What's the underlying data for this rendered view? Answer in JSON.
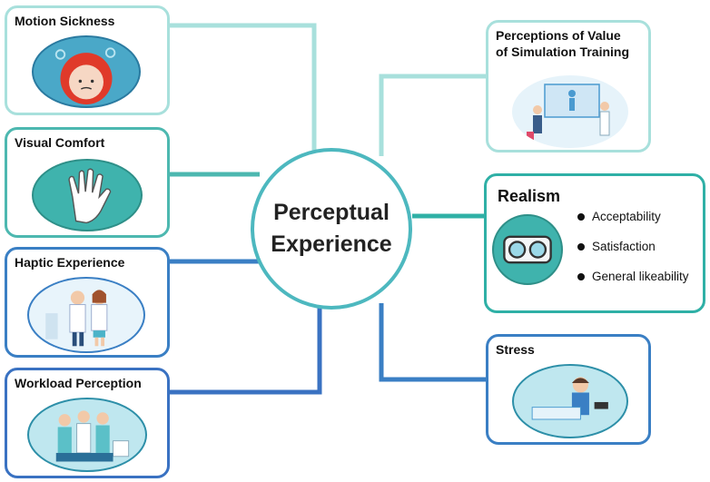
{
  "hub": {
    "line1": "Perceptual",
    "line2": "Experience",
    "color": "#4db8bf"
  },
  "left_nodes": [
    {
      "title": "Motion Sickness",
      "icon": "sick-child-icon",
      "color": "#a8e0dc"
    },
    {
      "title": "Visual Comfort",
      "icon": "hand-icon",
      "color": "#4db8b0"
    },
    {
      "title": "Haptic Experience",
      "icon": "doctors-icon",
      "color": "#3a7fc4"
    },
    {
      "title": "Workload Perception",
      "icon": "medical-team-icon",
      "color": "#3a72c2"
    }
  ],
  "right_nodes": [
    {
      "title_line1": "Perceptions of Value",
      "title_line2": "of Simulation Training",
      "icon": "simulation-training-icon",
      "color": "#a8e0dc"
    },
    {
      "title": "Realism",
      "icon": "vr-headset-icon",
      "color": "#2fb0a6",
      "bullets": [
        "Acceptability",
        "Satisfaction",
        "General likeability"
      ]
    },
    {
      "title": "Stress",
      "icon": "stressed-surgeon-icon",
      "color": "#3a7fc4"
    }
  ]
}
